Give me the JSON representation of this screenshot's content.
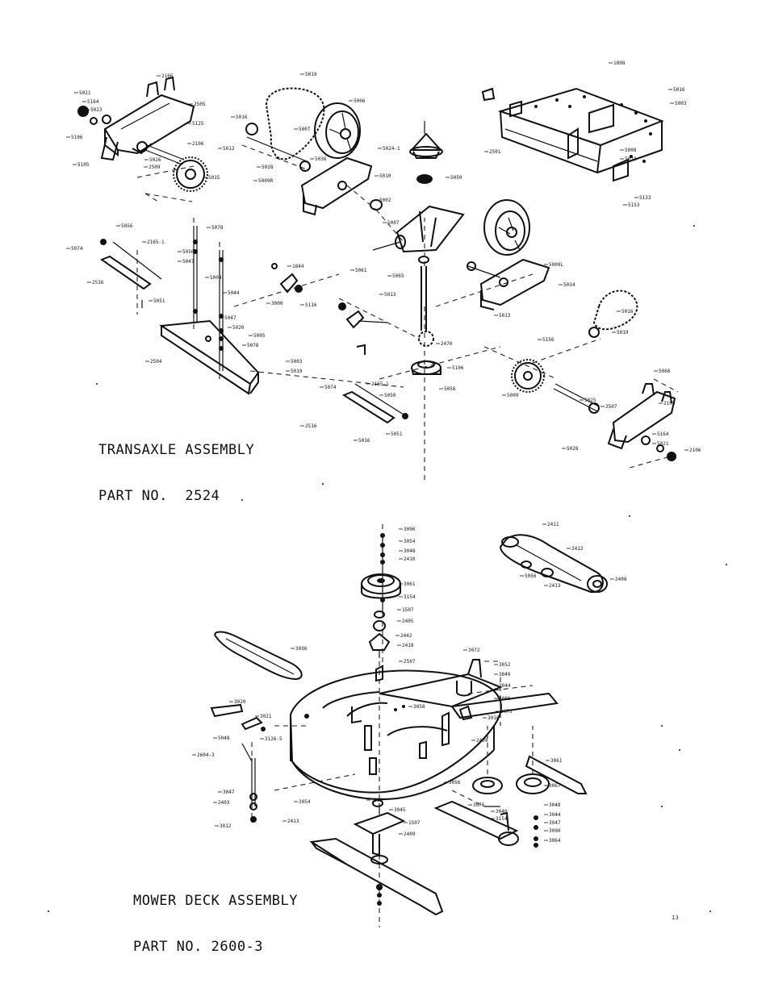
{
  "transaxle": {
    "title_line1": "TRANSAXLE ASSEMBLY",
    "title_line2": "PART NO.  2524",
    "callouts": [
      "2166",
      "5021",
      "5164",
      "5023",
      "2505",
      "5125",
      "5106",
      "2106",
      "5105",
      "5026",
      "2509",
      "5015",
      "5016",
      "5012",
      "5019",
      "5007",
      "5006",
      "5028",
      "5036",
      "5009R",
      "5024-1",
      "5010",
      "5050",
      "5002",
      "1808",
      "5016",
      "5003",
      "2501",
      "5008",
      "5018",
      "5153",
      "5133",
      "5056",
      "5078",
      "2165-1",
      "5074",
      "5050",
      "5047",
      "1844",
      "2516",
      "5004",
      "5044",
      "3000",
      "5116",
      "5051",
      "5047",
      "5020",
      "5005",
      "5078",
      "5003",
      "5019",
      "2504",
      "5061",
      "5013",
      "5065",
      "5007",
      "5009L",
      "5034",
      "5013",
      "5016",
      "5019",
      "5156",
      "5066",
      "2470",
      "5106",
      "5056",
      "2165-1",
      "5050",
      "5074",
      "5051",
      "2516",
      "5016",
      "5009",
      "5025",
      "2507",
      "2105",
      "5028",
      "5164",
      "5021",
      "2106"
    ]
  },
  "mower_deck": {
    "title_line1": "MOWER DECK ASSEMBLY",
    "title_line2": "PART NO. 2600-3",
    "callouts": [
      "2411",
      "2412",
      "5056",
      "2413",
      "2408",
      "3096",
      "3054",
      "3048",
      "2410",
      "3061",
      "3154",
      "1507",
      "2405",
      "2442",
      "2418",
      "3036",
      "3072",
      "2507",
      "3058",
      "3052",
      "3049",
      "3044",
      "3086",
      "3073",
      "3010",
      "2409",
      "3020",
      "3021",
      "3126-5",
      "5048",
      "2604-3",
      "3047",
      "2403",
      "3012",
      "2413",
      "3054",
      "3061",
      "3056",
      "3067",
      "3076",
      "3048",
      "3154",
      "1507",
      "3066",
      "3045",
      "2409",
      "3048",
      "3044",
      "3047",
      "3090",
      "3064"
    ]
  },
  "page_marker": "13"
}
